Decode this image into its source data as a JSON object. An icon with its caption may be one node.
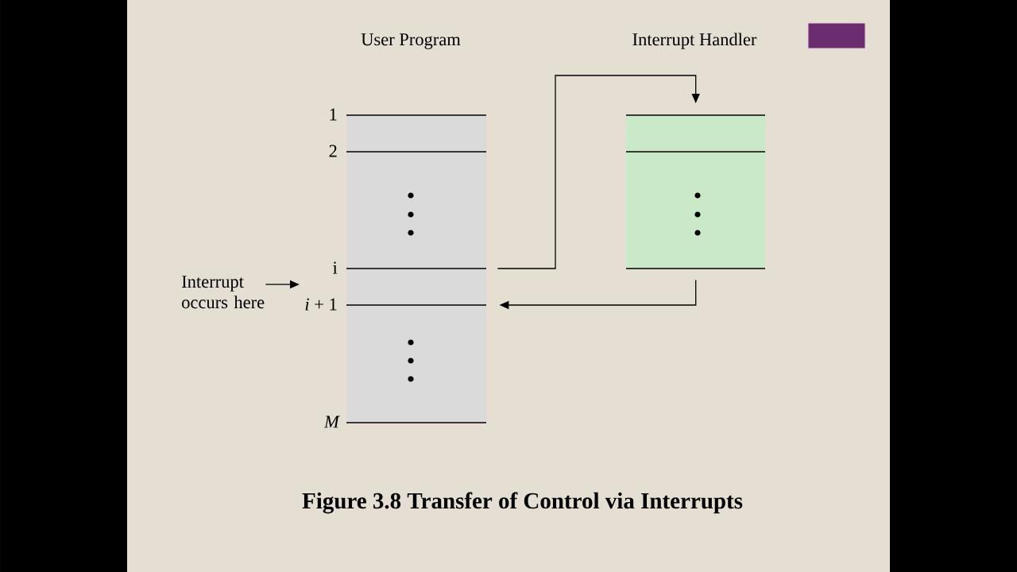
{
  "diagram": {
    "caption": "Figure 3.8 Transfer of Control via Interrupts",
    "nodes": [
      {
        "text": [
          "User Program"
        ],
        "beside": [
          "1",
          "2",
          "i",
          "*i* + 1",
          "M"
        ]
      },
      {
        "text": [
          "Interrupt Handler"
        ]
      },
      {
        "text": [
          "Interrupt occurs here"
        ]
      }
    ],
    "edges": [
      {
        "from": 0,
        "to": 1,
        "arrow": "to"
      },
      {
        "from": 1,
        "to": 0,
        "arrow": "to"
      },
      {
        "from": 2,
        "to": 0,
        "arrow": "to"
      }
    ]
  }
}
